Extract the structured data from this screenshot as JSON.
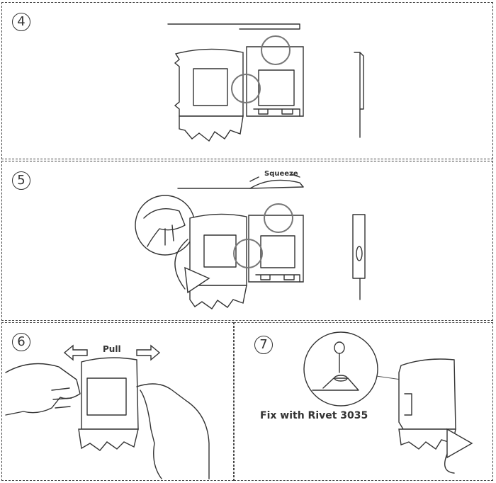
{
  "steps": [
    {
      "number": "4"
    },
    {
      "number": "5",
      "annotation": "Squeeze"
    },
    {
      "number": "6",
      "annotation": "Pull"
    },
    {
      "number": "7",
      "annotation": "Fix with Rivet 3035"
    }
  ]
}
